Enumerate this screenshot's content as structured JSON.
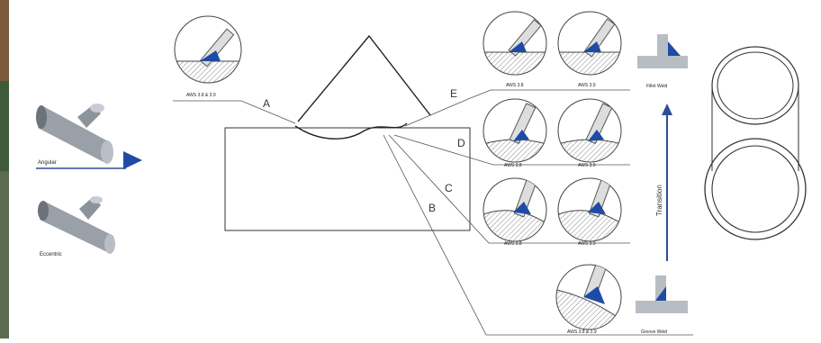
{
  "left_panel": {
    "option_1": "Angular",
    "option_2": "Eccentric"
  },
  "diagram": {
    "path_labels": [
      "A",
      "B",
      "C",
      "D",
      "E"
    ],
    "joint_labels": [
      "AWS 3.8 & 3.9",
      "AWS 3.8",
      "AWS 3.9",
      "AWS 3.8",
      "AWS 3.9",
      "AWS 3.8",
      "AWS 3.9",
      "AWS 3.8 & 3.9"
    ],
    "label_f": "Fillet Weld",
    "label_g": "Groove Weld",
    "transition": "Transition"
  }
}
